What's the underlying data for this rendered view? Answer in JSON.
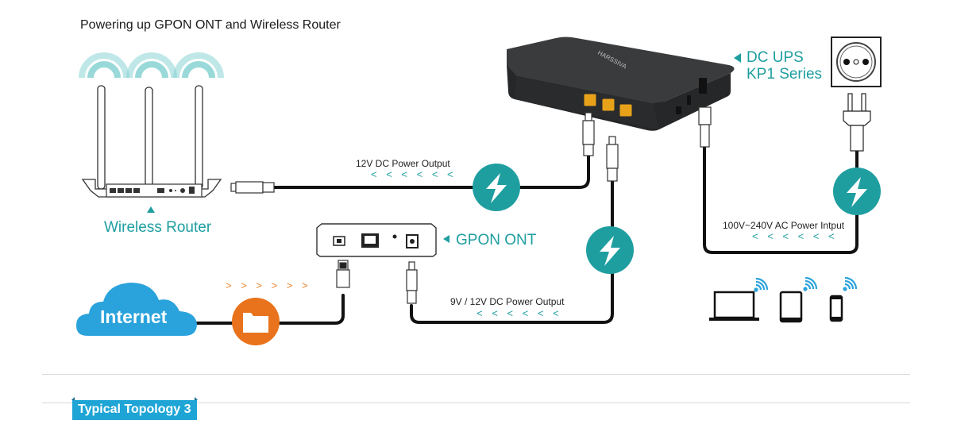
{
  "title": "Powering up GPON ONT and Wireless Router",
  "devices": {
    "router_label": "Wireless Router",
    "ont_label": "GPON ONT",
    "ups_label_line1": "DC UPS",
    "ups_label_line2": "KP1 Series",
    "ups_brand": "HARSSIVA",
    "internet_label": "Internet"
  },
  "cables": {
    "router_output": "12V DC Power Output",
    "ont_output": "9V / 12V DC Power Output",
    "ac_input": "100V~240V AC Power Intput",
    "teal_chevrons": "< < < < < <",
    "orange_chevrons": "> > > > > >"
  },
  "icons": {
    "power": "lightning-bolt-icon",
    "data": "folder-icon",
    "wifi": "wifi-icon",
    "client_devices": [
      "laptop-icon",
      "tablet-icon",
      "smartphone-icon"
    ]
  },
  "colors": {
    "teal": "#1f9ea0",
    "orange": "#e8731c",
    "internet_blue": "#2aa3dc",
    "tab_blue": "#1ea5d6",
    "ups_body": "#2e2f31",
    "port_yellow": "#e8a21a"
  },
  "section_tab": "Typical Topology 3"
}
